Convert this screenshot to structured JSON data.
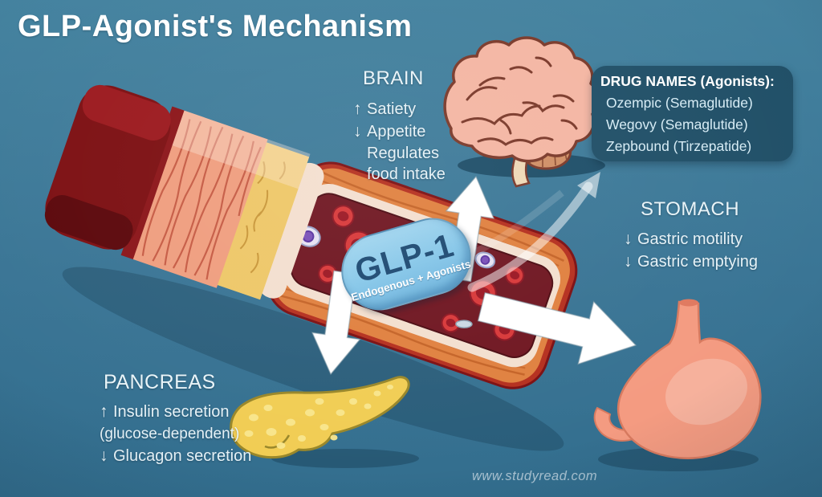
{
  "title": "GLP-Agonist's Mechanism",
  "watermark": "www.studyread.com",
  "colors": {
    "background": "#3a7595",
    "drug_box": "#215068",
    "capsule": "#85c6e8",
    "capsule_text": "#1e4a72",
    "arrow": "#ffffff",
    "vessel_outer": "#b5301f",
    "lumen": "#701722",
    "text": "#e6f2f7"
  },
  "glp_label": {
    "name": "GLP-1",
    "subtitle": "Endogenous + Agonists"
  },
  "sections": {
    "brain": {
      "label": "BRAIN",
      "effects": [
        {
          "glyph": "↑",
          "text": "Satiety"
        },
        {
          "glyph": "↓",
          "text": "Appetite"
        },
        {
          "glyph": "",
          "text": "Regulates food intake"
        }
      ]
    },
    "stomach": {
      "label": "STOMACH",
      "effects": [
        {
          "glyph": "↓",
          "text": "Gastric motility"
        },
        {
          "glyph": "↓",
          "text": "Gastric emptying"
        }
      ]
    },
    "pancreas": {
      "label": "PANCREAS",
      "effects": [
        {
          "glyph": "↑",
          "text": "Insulin secretion"
        },
        {
          "glyph": "",
          "text": "(glucose-dependent)"
        },
        {
          "glyph": "↓",
          "text": "Glucagon secretion"
        }
      ]
    }
  },
  "drug_box": {
    "header": "DRUG NAMES (Agonists):",
    "items": [
      "Ozempic (Semaglutide)",
      "Wegovy (Semaglutide)",
      "Zepbound (Tirzepatide)"
    ]
  }
}
